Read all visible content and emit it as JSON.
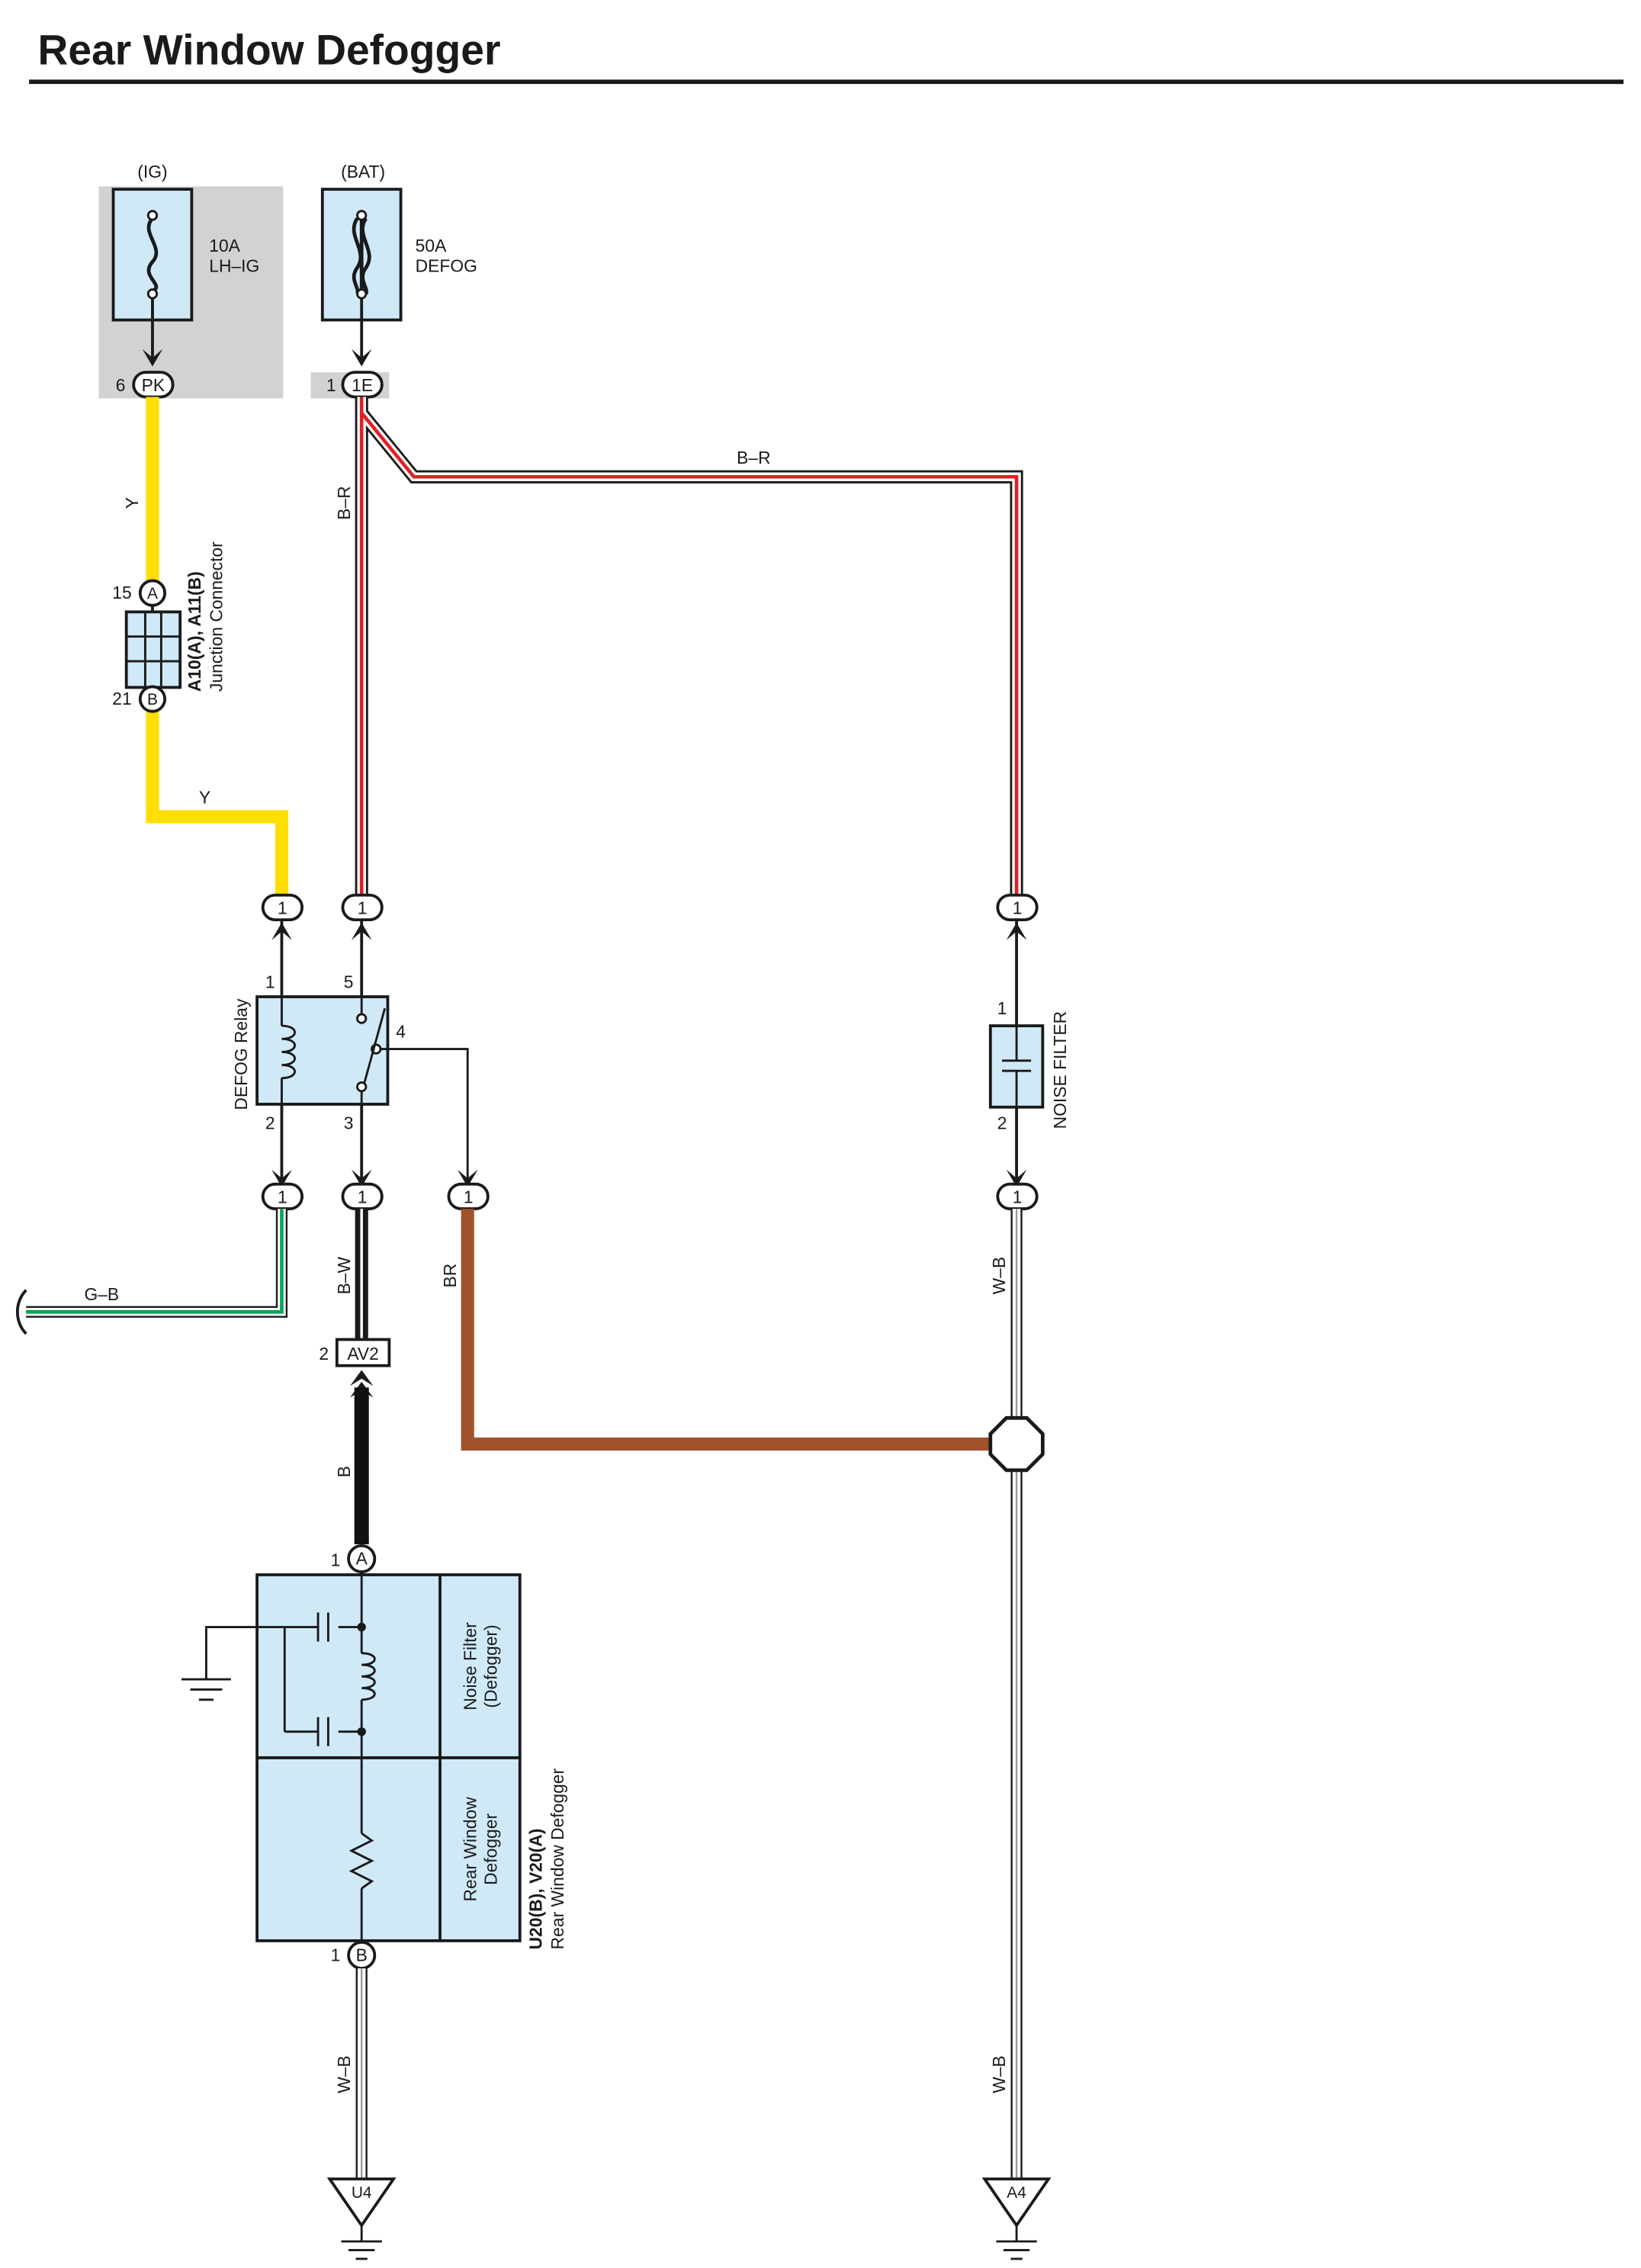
{
  "title": "Rear Window Defogger",
  "colors": {
    "component_fill": "#cfe9f7",
    "ig_box_fill": "#d2d2d4",
    "wire_yellow": "#ffde00",
    "wire_red": "#e31e24",
    "wire_green": "#00a651",
    "wire_brown": "#a0522d",
    "wire_black": "#111111",
    "line": "#1a1a1a"
  },
  "sources": {
    "ig": {
      "label": "(IG)",
      "fuse_rating": "10A",
      "fuse_name": "LH–IG",
      "pin": "6",
      "connector": "PK"
    },
    "bat": {
      "label": "(BAT)",
      "fuse_rating": "50A",
      "fuse_name": "DEFOG",
      "pin": "1",
      "connector": "1E"
    }
  },
  "junction_connector": {
    "name": "A10(A), A11(B)",
    "desc": "Junction Connector",
    "top_pin": "15",
    "top_conn": "A",
    "bottom_pin": "21",
    "bottom_conn": "B"
  },
  "wires": {
    "y_vertical": "Y",
    "y_horizontal": "Y",
    "br_vertical": "B–R",
    "br_horizontal": "B–R",
    "gb": "G–B",
    "bw": "B–W",
    "brown": "BR",
    "w_b_right_top": "W–B",
    "b": "B",
    "w_b_left_bottom": "W–B",
    "w_b_right_bottom": "W–B"
  },
  "relay": {
    "name": "DEFOG Relay",
    "pin1": "1",
    "pin2": "2",
    "pin3": "3",
    "pin4": "4",
    "pin5": "5"
  },
  "connector_one": "1",
  "noise_filter": {
    "name": "NOISE FILTER",
    "pin1": "1",
    "pin2": "2"
  },
  "av2": {
    "pin": "2",
    "name": "AV2"
  },
  "defogger": {
    "pin_a_num": "1",
    "pin_a": "A",
    "pin_b_num": "1",
    "pin_b": "B",
    "noise_filter_line1": "Noise Filter",
    "noise_filter_line2": "(Defogger)",
    "rear_line1": "Rear Window",
    "rear_line2": "Defogger",
    "name": "U20(B), V20(A)",
    "desc": "Rear Window Defogger"
  },
  "grounds": {
    "left": "U4",
    "right": "A4"
  }
}
